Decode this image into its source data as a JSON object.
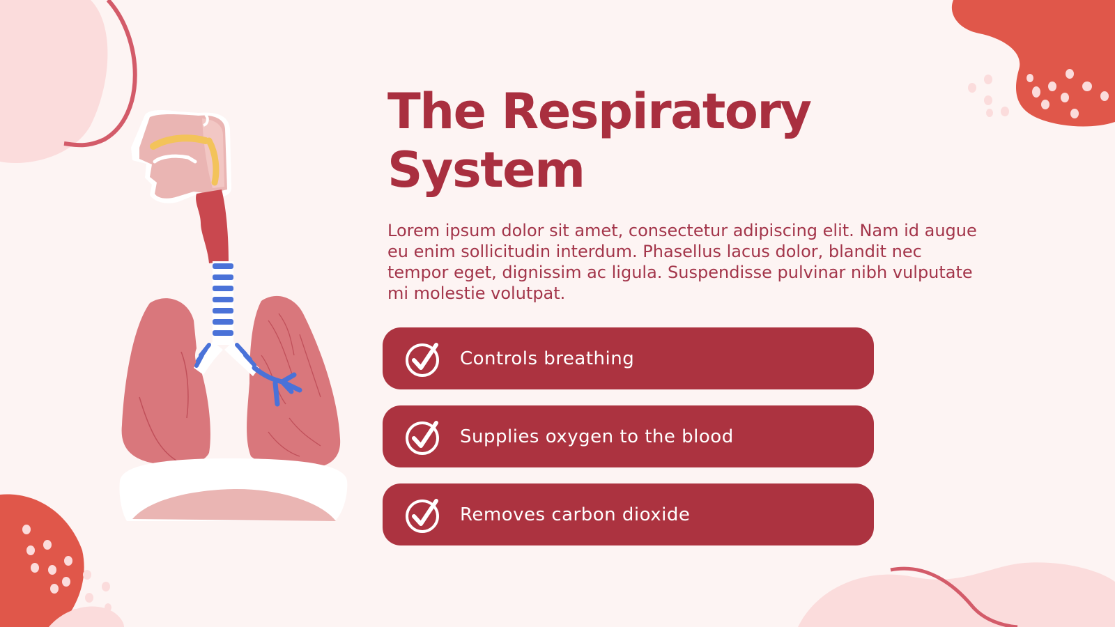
{
  "slide": {
    "title": "The Respiratory System",
    "body": "Lorem ipsum dolor sit amet, consectetur adipiscing elit. Nam id augue eu enim sollicitudin interdum. Phasellus lacus dolor, blandit nec tempor eget, dignissim ac ligula. Suspendisse pulvinar nibh vulputate mi molestie volutpat.",
    "features": [
      {
        "label": "Controls breathing",
        "icon": "checkmark-circle-icon"
      },
      {
        "label": "Supplies oxygen to the blood",
        "icon": "checkmark-circle-icon"
      },
      {
        "label": "Removes carbon dioxide",
        "icon": "checkmark-circle-icon"
      }
    ]
  },
  "illustration": {
    "subject": "respiratory-system-illustration"
  },
  "colors": {
    "background": "#fdf4f3",
    "title": "#a92f3f",
    "body_text": "#a3354a",
    "pill_background": "#ac3340",
    "pill_text": "#ffffff",
    "accent_coral": "#e0574a",
    "blob_pink": "#fbdcdc",
    "trachea_blue": "#4a72d8",
    "lung_pink": "#d9777c"
  }
}
